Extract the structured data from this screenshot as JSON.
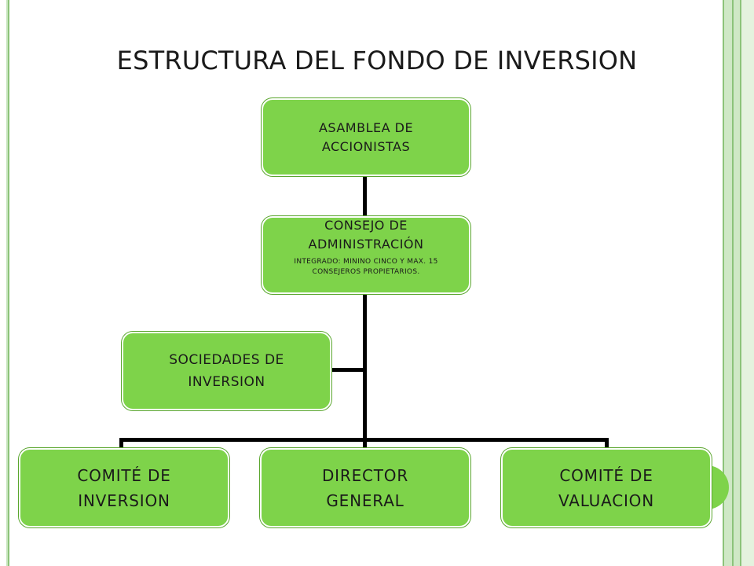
{
  "slide": {
    "title": "ESTRUCTURA DEL FONDO DE  INVERSION"
  },
  "org_chart": {
    "top": {
      "line1": "ASAMBLEA DE",
      "line2": "ACCIONISTAS"
    },
    "consejo": {
      "line1": "CONSEJO DE",
      "line2": "ADMINISTRACIÓN",
      "note": "INTEGRADO: MININO CINCO Y MAX. 15 CONSEJEROS PROPIETARIOS."
    },
    "side": {
      "line1": "SOCIEDADES DE",
      "line2": "INVERSION"
    },
    "bottom": [
      {
        "line1": "COMITÉ DE",
        "line2": "INVERSION"
      },
      {
        "line1": "DIRECTOR",
        "line2": "GENERAL"
      },
      {
        "line1": "COMITÉ DE",
        "line2": "VALUACION"
      }
    ]
  },
  "colors": {
    "box_fill": "#7ed34a",
    "frame_green": "#8cc37a"
  }
}
